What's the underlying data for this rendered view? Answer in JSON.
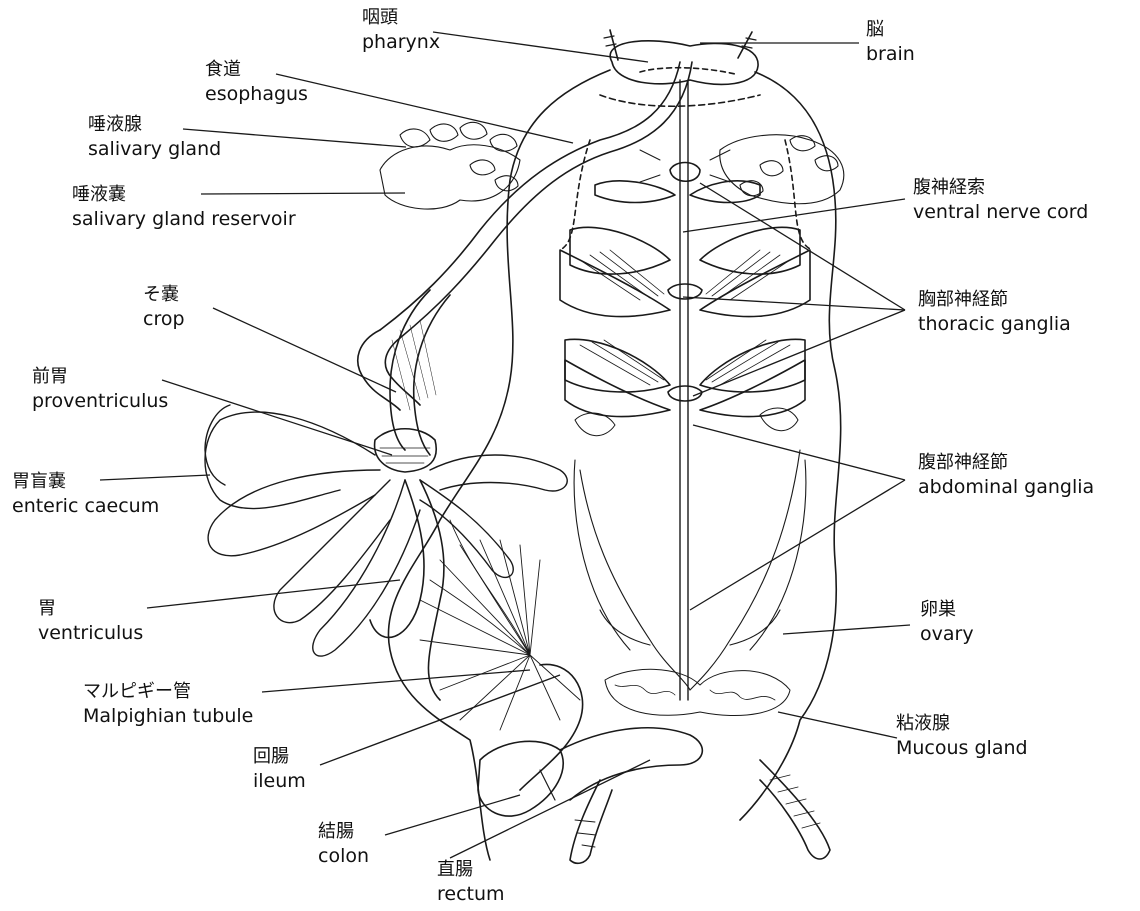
{
  "labels": {
    "pharynx": {
      "ja": "咽頭",
      "en": "pharynx"
    },
    "brain": {
      "ja": "脳",
      "en": "brain"
    },
    "esophagus": {
      "ja": "食道",
      "en": "esophagus"
    },
    "salivary_gland": {
      "ja": "唾液腺",
      "en": "salivary gland"
    },
    "salivary_reservoir": {
      "ja": "唾液嚢",
      "en": "salivary gland reservoir"
    },
    "ventral_nerve_cord": {
      "ja": "腹神経索",
      "en": "ventral nerve cord"
    },
    "crop": {
      "ja": "そ嚢",
      "en": "crop"
    },
    "thoracic_ganglia": {
      "ja": "胸部神経節",
      "en": "thoracic ganglia"
    },
    "proventriculus": {
      "ja": "前胃",
      "en": "proventriculus"
    },
    "enteric_caecum": {
      "ja": "胃盲嚢",
      "en": "enteric caecum"
    },
    "abdominal_ganglia": {
      "ja": "腹部神経節",
      "en": "abdominal ganglia"
    },
    "ventriculus": {
      "ja": "胃",
      "en": "ventriculus"
    },
    "ovary": {
      "ja": "卵巣",
      "en": "ovary"
    },
    "malpighian": {
      "ja": "マルピギー管",
      "en": "Malpighian tubule"
    },
    "mucous_gland": {
      "ja": "粘液腺",
      "en": "Mucous gland"
    },
    "ileum": {
      "ja": "回腸",
      "en": "ileum"
    },
    "colon": {
      "ja": "結腸",
      "en": "colon"
    },
    "rectum": {
      "ja": "直腸",
      "en": "rectum"
    }
  },
  "colors": {
    "ink": "#1a1a1a",
    "text": "#111111",
    "background": "#ffffff"
  }
}
